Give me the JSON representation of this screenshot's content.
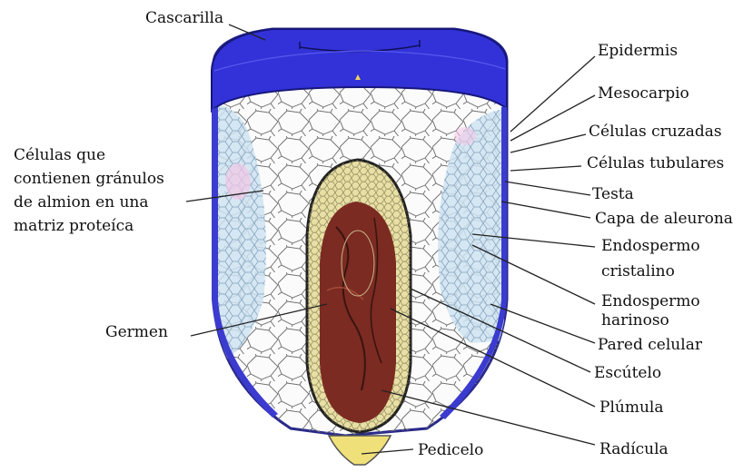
{
  "diagram": {
    "labels": {
      "cascarilla": "Cascarilla",
      "epidermis": "Epidermis",
      "mesocarpio": "Mesocarpio",
      "celulas_cruzadas": "Células cruzadas",
      "celulas_tubulares": "Células tubulares",
      "testa": "Testa",
      "capa_aleurona": "Capa de aleurona",
      "endospermo_cristalino_1": "Endospermo",
      "endospermo_cristalino_2": "cristalino",
      "endospermo_harinoso_1": "Endospermo",
      "endospermo_harinoso_2": "harinoso",
      "pared_celular": "Pared celular",
      "escutelo": "Escútelo",
      "plumula": "Plúmula",
      "radicula": "Radícula",
      "pedicelo": "Pedicelo",
      "germen": "Germen",
      "celulas_granulos_1": "Células que",
      "celulas_granulos_2": "contienen gránulos",
      "celulas_granulos_3": "de almion en una",
      "celulas_granulos_4": "matriz proteíca"
    },
    "colors": {
      "pericarp": "#2f2fd6",
      "pericarp_dark": "#1b1b9a",
      "endosperm": "#fafafa",
      "cell_line": "#555555",
      "crystalline": "#cfe8f4",
      "scutellum": "#e6dfa6",
      "germ": "#7a2a22",
      "pedicel": "#efe07a",
      "leader": "#222222"
    }
  }
}
